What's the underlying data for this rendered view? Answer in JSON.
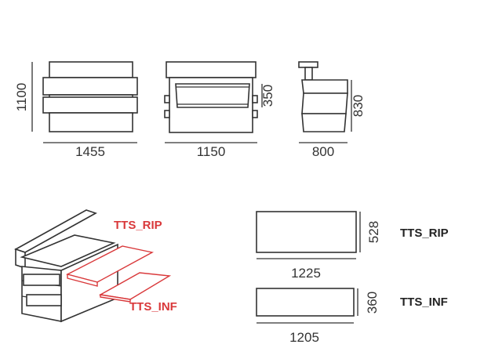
{
  "front_view": {
    "height": "1100",
    "width": "1455"
  },
  "back_view": {
    "width": "1150",
    "shelf_height": "350"
  },
  "side_view": {
    "depth": "800",
    "height": "830"
  },
  "iso_labels": {
    "upper_shelf": "TTS_RIP",
    "lower_shelf": "TTS_INF"
  },
  "rip_panel": {
    "height": "528",
    "width": "1225",
    "label": "TTS_RIP"
  },
  "inf_panel": {
    "height": "360",
    "width": "1205",
    "label": "TTS_INF"
  },
  "colors": {
    "line": "#333333",
    "accent": "#d9383a"
  }
}
